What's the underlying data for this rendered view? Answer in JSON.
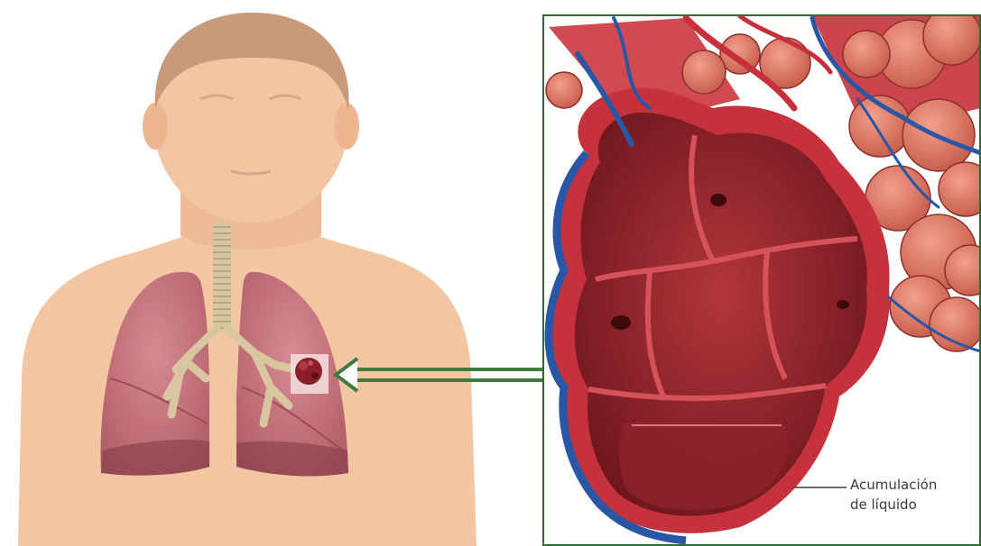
{
  "figure": {
    "annotation": {
      "line1": "Acumulación",
      "line2": "de líquido"
    },
    "colors": {
      "skin": "#f3c6a3",
      "skin_shadow": "#e8ac86",
      "hair": "#c89a7c",
      "lung": "#c9737d",
      "lung_dark": "#a5525c",
      "trachea": "#d9c6a1",
      "arrow": "#3f7a3f",
      "frame": "#2f6b2f",
      "alveolus_wall": "#c5323c",
      "alveolus_inner": "#7e1d22",
      "artery": "#c7303a",
      "vein": "#2a56a6",
      "tumor": "#8a1f2a"
    },
    "icons": [
      "human-torso-illustration",
      "lung-tumor-highlight",
      "pointer-arrow",
      "alveolus-cross-section"
    ]
  }
}
